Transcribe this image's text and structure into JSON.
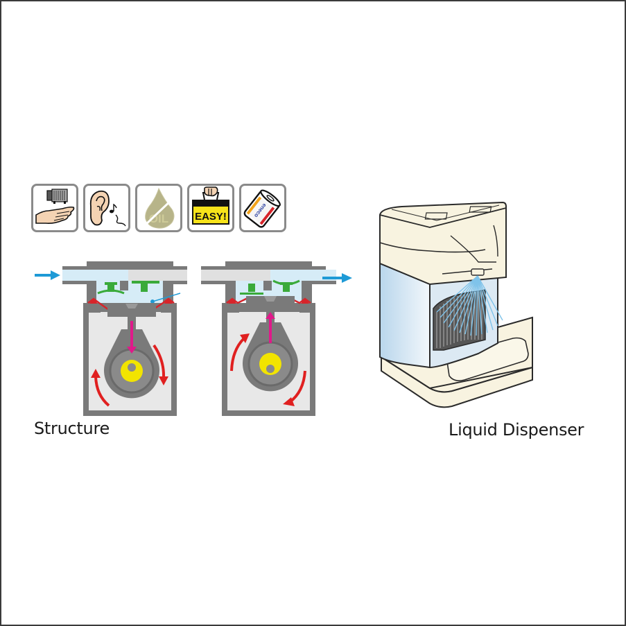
{
  "captions": {
    "structure": "Structure",
    "product": "Liquid Dispenser"
  },
  "features": [
    {
      "icon": "compact-pump-in-hand-icon",
      "meaning": "compact"
    },
    {
      "icon": "ear-quiet-sound-icon",
      "meaning": "low noise"
    },
    {
      "icon": "oil-free-drop-icon",
      "meaning": "oil-free",
      "text": "OIL"
    },
    {
      "icon": "easy-carry-bag-icon",
      "meaning": "easy",
      "text": "EASY!"
    },
    {
      "icon": "battery-icon",
      "meaning": "battery powered",
      "text": "eneco"
    }
  ],
  "diagram": {
    "stages": [
      {
        "name": "intake",
        "flow_direction": "in",
        "piston": "down"
      },
      {
        "name": "discharge",
        "flow_direction": "out",
        "piston": "up"
      }
    ],
    "colors": {
      "flow_arrow": "#1e9ad6",
      "fluid": "#d6ecf7",
      "body": "#7a7a7a",
      "valve": "#3aaa3a",
      "diaphragm": "#d7242a",
      "piston_arrow": "#e0198a",
      "rotation_arrow": "#e02020",
      "cam": "#f2e400"
    }
  },
  "product_colors": {
    "housing": "#f8f3e0",
    "tank": "#cfe3f1",
    "spray": "#7fc3ea",
    "outline": "#2a2a2a"
  }
}
